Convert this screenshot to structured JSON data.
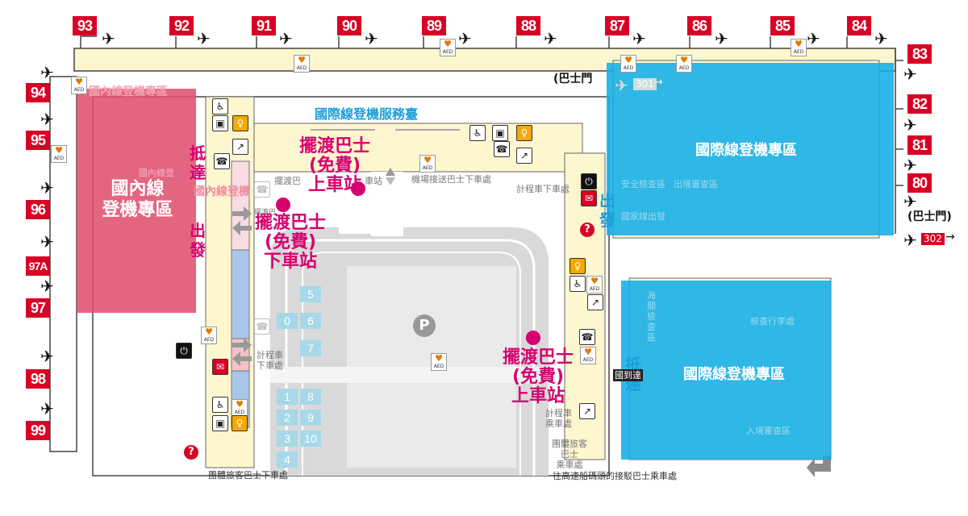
{
  "gates_top": [
    "93",
    "92",
    "91",
    "90",
    "89",
    "88",
    "87",
    "86",
    "85",
    "84"
  ],
  "gates_right": [
    "83",
    "82",
    "81",
    "80"
  ],
  "gates_left": [
    "94",
    "95",
    "96",
    "97A",
    "97",
    "98",
    "99"
  ],
  "bus_gate_top": {
    "paren": "(巴士門",
    "number": "301",
    "arrow": "→"
  },
  "bus_gate_right": {
    "paren": "(巴士門)",
    "number": "302",
    "arrow": "→"
  },
  "zones": {
    "domestic": {
      "label": "國內線\n登機專區",
      "faded": "國內線登機專區",
      "color": "#e0506e"
    },
    "intl_top": {
      "label": "國際線登機專區",
      "color": "#12aee8"
    },
    "intl_bottom": {
      "label": "國際線登機專區",
      "color": "#12aee8"
    }
  },
  "service_counter": "國際線登機服務臺",
  "arrival_left": "抵\n達",
  "departure_left": "出\n發",
  "departure_right": "出\n發",
  "arrival_right": "抵\n達",
  "shuttle_board_top": "擺渡巴士\n(免費)\n上車站",
  "shuttle_drop": "擺渡巴士\n(免費)\n下車站",
  "shuttle_board_bottom": "擺渡巴士\n(免費)\n上車站",
  "faint_labels": {
    "shuttle_top_small": "擺渡巴",
    "shuttle_top_small2": "車站",
    "airport_bus_drop": "機場接送巴士下車處",
    "taxi_drop_top": "計程車下車處",
    "taxi_drop_left": "計程車\n下車處",
    "taxi_pickup": "計程車\n乘車處",
    "group_bus_right": "團體旅客\n巴士\n乘車處",
    "domestic_check": "國內線登",
    "domestic_gate": "國內線登機",
    "drop_small": "擺渡巴",
    "security": "安全檢查區",
    "immigration_out": "出境審查區",
    "domestic_faint": "國家線出發",
    "customs": "海關檢查區",
    "baggage": "檢查行李處",
    "immigration_in": "入境審查區",
    "arrival_hall": "國到達"
  },
  "group_bus_drop": "團體旅客巴士下車處",
  "harbour_bus": "往高速船碼頭的接駁巴士乘車處",
  "parking_stalls": [
    "5",
    "0",
    "6",
    "7",
    "1",
    "8",
    "2",
    "9",
    "3",
    "10",
    "4"
  ],
  "parking_symbol": "P",
  "aed_label": "AED",
  "help_symbol": "?",
  "colors": {
    "gate_red": "#d90026",
    "magenta": "#d6006f",
    "intl_blue": "#12aee8",
    "domestic_pink": "#e0506e",
    "terminal_cream": "#fdf6cf"
  }
}
